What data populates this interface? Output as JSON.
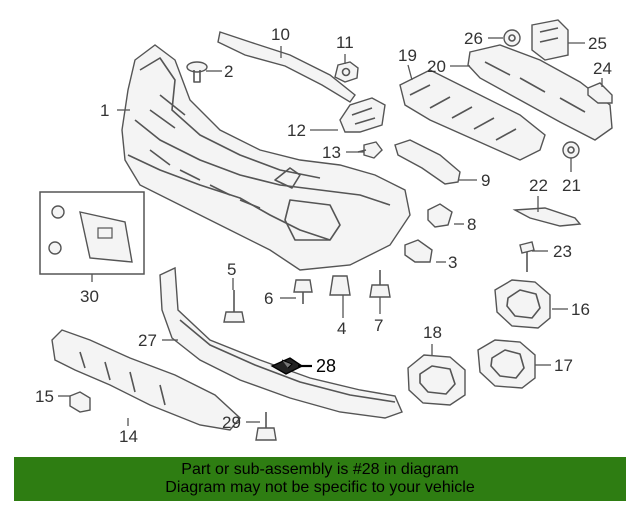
{
  "callouts": {
    "c1": "1",
    "c2": "2",
    "c3": "3",
    "c4": "4",
    "c5": "5",
    "c6": "6",
    "c7": "7",
    "c8": "8",
    "c9": "9",
    "c10": "10",
    "c11": "11",
    "c12": "12",
    "c13": "13",
    "c14": "14",
    "c15": "15",
    "c16": "16",
    "c17": "17",
    "c18": "18",
    "c19": "19",
    "c20": "20",
    "c21": "21",
    "c22": "22",
    "c23": "23",
    "c24": "24",
    "c25": "25",
    "c26": "26",
    "c27": "27",
    "c28": "28",
    "c29": "29",
    "c30": "30"
  },
  "highlighted_part": "28",
  "colors": {
    "banner": "#2e7d12",
    "line": "#555555",
    "highlight": "#000000"
  },
  "footer": {
    "line1": "Part or sub-assembly is #28 in diagram",
    "line2": "Diagram may not be specific to your vehicle"
  }
}
